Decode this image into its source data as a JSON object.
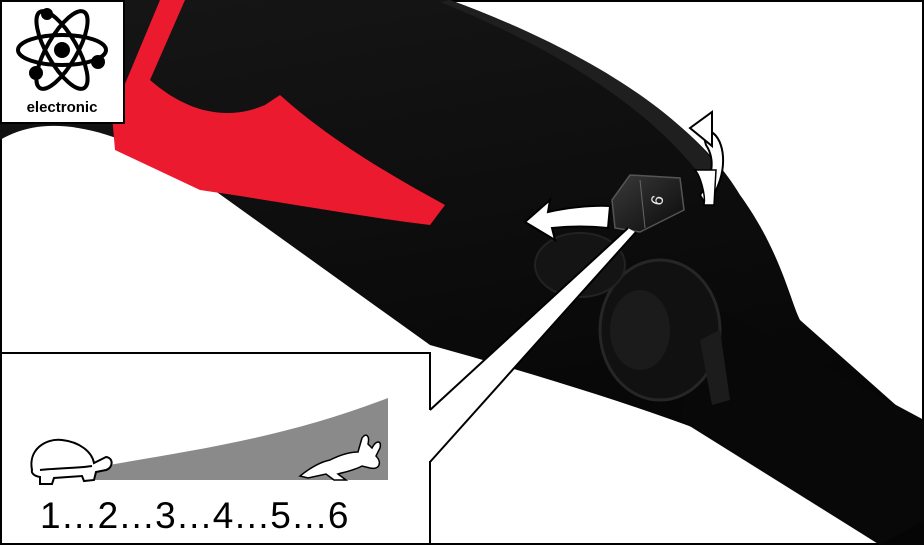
{
  "logo": {
    "label": "electronic",
    "icon": "atom-icon"
  },
  "dial": {
    "current_setting": "6",
    "icon": "rotation-arrow-icon"
  },
  "speed_scale": {
    "label": "1…2…3…4…5…6",
    "min_icon": "turtle-icon",
    "max_icon": "rabbit-icon"
  },
  "colors": {
    "housing": "#0c0c0c",
    "accent": "#ec1a2f",
    "ramp": "#8a8a8a",
    "outline": "#000000",
    "background": "#ffffff"
  }
}
